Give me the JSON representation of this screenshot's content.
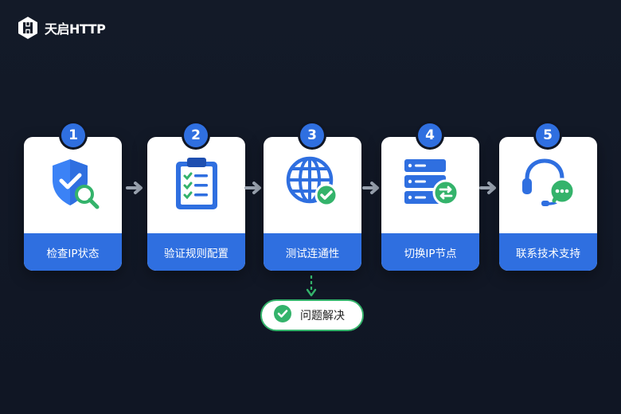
{
  "brand": {
    "name": "天启HTTP",
    "logo_icon": "hexagon-h-logo-icon"
  },
  "colors": {
    "background": "#111827",
    "card_bar": "#2f6fe0",
    "accent_green": "#34b36b",
    "arrow": "#9aa3b0"
  },
  "steps": [
    {
      "number": "1",
      "label": "检查IP状态",
      "icon": "shield-search-icon"
    },
    {
      "number": "2",
      "label": "验证规则配置",
      "icon": "clipboard-checklist-icon"
    },
    {
      "number": "3",
      "label": "测试连通性",
      "icon": "globe-check-icon"
    },
    {
      "number": "4",
      "label": "切换IP节点",
      "icon": "server-switch-icon"
    },
    {
      "number": "5",
      "label": "联系技术支持",
      "icon": "headset-chat-icon"
    }
  ],
  "result": {
    "label": "问题解决",
    "icon": "check-circle-icon"
  }
}
